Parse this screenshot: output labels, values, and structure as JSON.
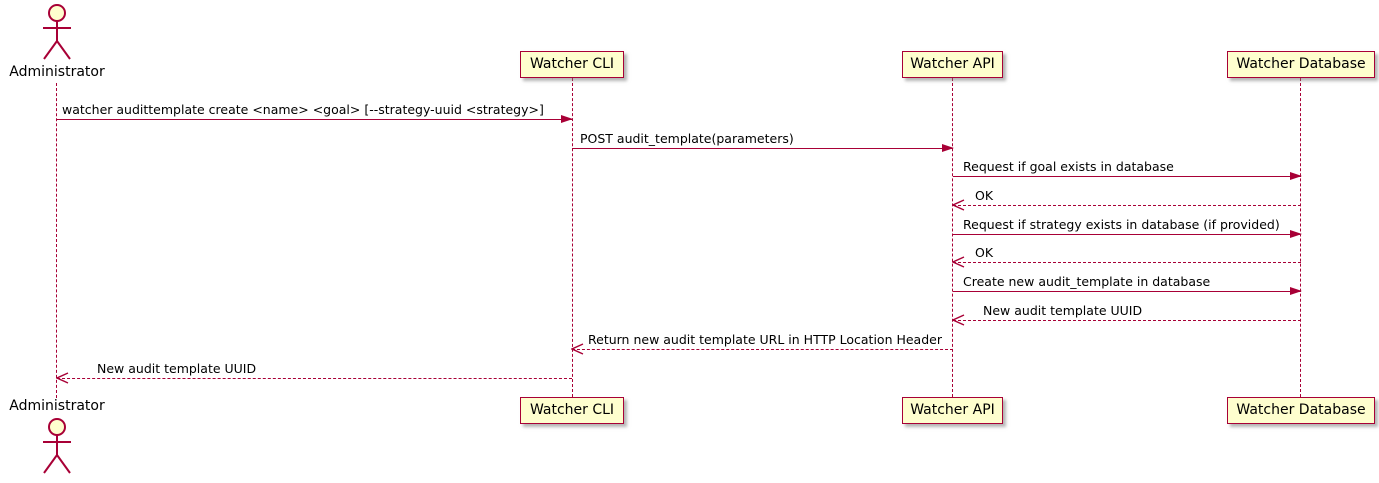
{
  "diagram": {
    "type": "sequence-diagram",
    "actor": {
      "name": "Administrator"
    },
    "participants": [
      {
        "id": "watcher-cli",
        "label": "Watcher CLI"
      },
      {
        "id": "watcher-api",
        "label": "Watcher API"
      },
      {
        "id": "watcher-database",
        "label": "Watcher Database"
      }
    ],
    "colors": {
      "accent": "#A80036",
      "participant_fill": "#FEFECE",
      "text": "#000000",
      "background": "#FFFFFF"
    },
    "messages": [
      {
        "from": "Administrator",
        "to": "Watcher CLI",
        "style": "solid",
        "label": "watcher audittemplate create <name> <goal> [--strategy-uuid <strategy>]"
      },
      {
        "from": "Watcher CLI",
        "to": "Watcher API",
        "style": "solid",
        "label": "POST audit_template(parameters)"
      },
      {
        "from": "Watcher API",
        "to": "Watcher Database",
        "style": "solid",
        "label": "Request if goal exists in database"
      },
      {
        "from": "Watcher Database",
        "to": "Watcher API",
        "style": "dashed",
        "label": "OK"
      },
      {
        "from": "Watcher API",
        "to": "Watcher Database",
        "style": "solid",
        "label": "Request if strategy exists in database (if provided)"
      },
      {
        "from": "Watcher Database",
        "to": "Watcher API",
        "style": "dashed",
        "label": "OK"
      },
      {
        "from": "Watcher API",
        "to": "Watcher Database",
        "style": "solid",
        "label": "Create new audit_template in database"
      },
      {
        "from": "Watcher Database",
        "to": "Watcher API",
        "style": "dashed",
        "label": "New audit template UUID"
      },
      {
        "from": "Watcher API",
        "to": "Watcher CLI",
        "style": "dashed",
        "label": "Return new audit template URL in HTTP Location Header"
      },
      {
        "from": "Watcher CLI",
        "to": "Administrator",
        "style": "dashed",
        "label": "New audit template UUID"
      }
    ]
  }
}
